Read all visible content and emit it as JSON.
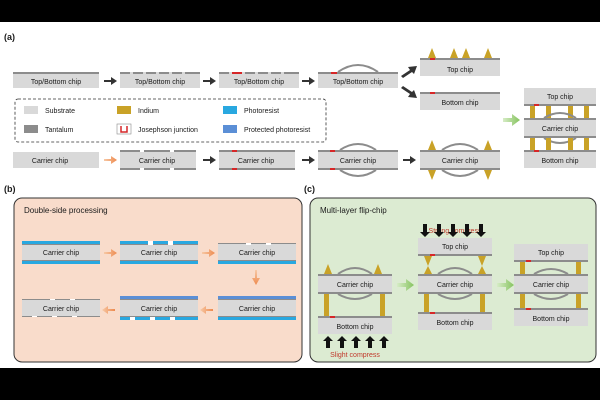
{
  "panel_a": {
    "tag": "(a)",
    "chips": {
      "top_bottom_1": "Top/Bottom chip",
      "top_bottom_2": "Top/Bottom chip",
      "top_bottom_3": "Top/Bottom chip",
      "top_bottom_4": "Top/Bottom chip",
      "top_chip_a": "Top chip",
      "bottom_chip_a": "Bottom chip",
      "carrier_1": "Carrier chip",
      "carrier_2": "Carrier chip",
      "carrier_3": "Carrier chip",
      "carrier_4": "Carrier chip",
      "carrier_5": "Carrier chip",
      "final_top": "Top chip",
      "final_carrier": "Carrier chip",
      "final_bottom": "Bottom chip"
    },
    "legend": {
      "substrate": "Substrate",
      "tantalum": "Tantalum",
      "indium": "Indium",
      "jj": "Josephson junction",
      "photoresist": "Photoresist",
      "protected_pr": "Protected photoresist"
    }
  },
  "panel_b": {
    "tag": "(b)",
    "title": "Double-side processing",
    "chip": "Carrier chip"
  },
  "panel_c": {
    "tag": "(c)",
    "title": "Multi-layer flip-chip",
    "strong": "Strong compress",
    "slight": "Slight compress",
    "top_chip": "Top chip",
    "carrier_chip": "Carrier chip",
    "bottom_chip": "Bottom chip"
  },
  "colors": {
    "substrate": "#d9d9d9",
    "tantalum": "#8c8c8c",
    "indium": "#c9a227",
    "photoresist": "#29a8e0",
    "protected_pr": "#5b8fd6",
    "jj": "#d62728",
    "panel_b_bg": "#f9dccb",
    "panel_c_bg": "#dcebd2"
  }
}
